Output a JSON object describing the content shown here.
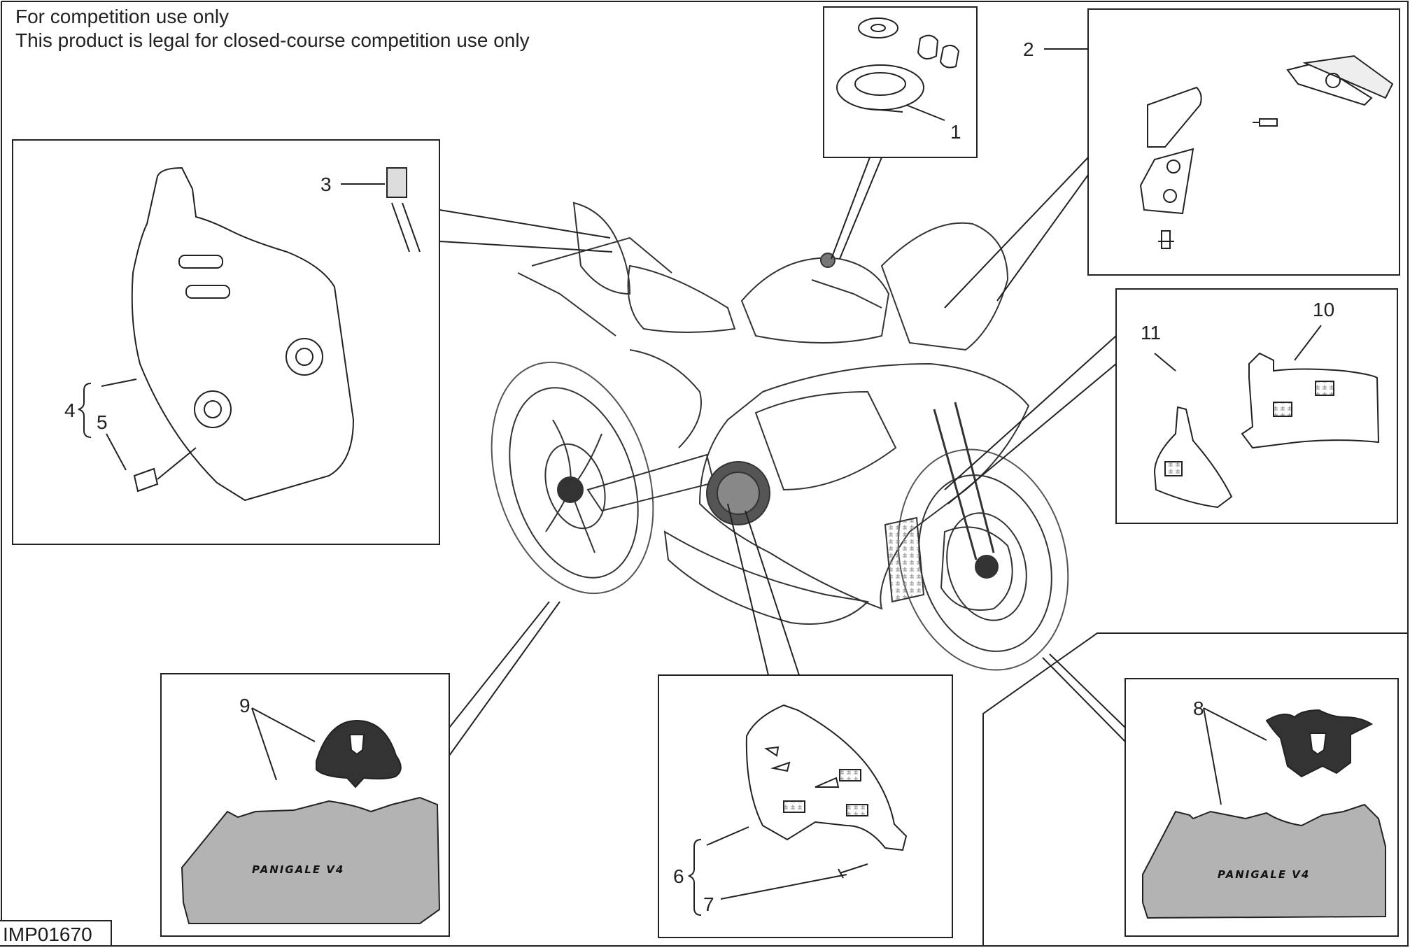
{
  "header": {
    "line1": "For competition use only",
    "line2": "This product is legal for closed-course competition use only"
  },
  "drawing_code": "IMP01670",
  "callouts": {
    "c1": "1",
    "c2": "2",
    "c3": "3",
    "c4": "4",
    "c5": "5",
    "c6": "6",
    "c7": "7",
    "c8": "8",
    "c9": "9",
    "c10": "10",
    "c11": "11"
  },
  "brand_text": {
    "cover_left": "PANIGALE V4",
    "cover_right": "PANIGALE V4"
  }
}
